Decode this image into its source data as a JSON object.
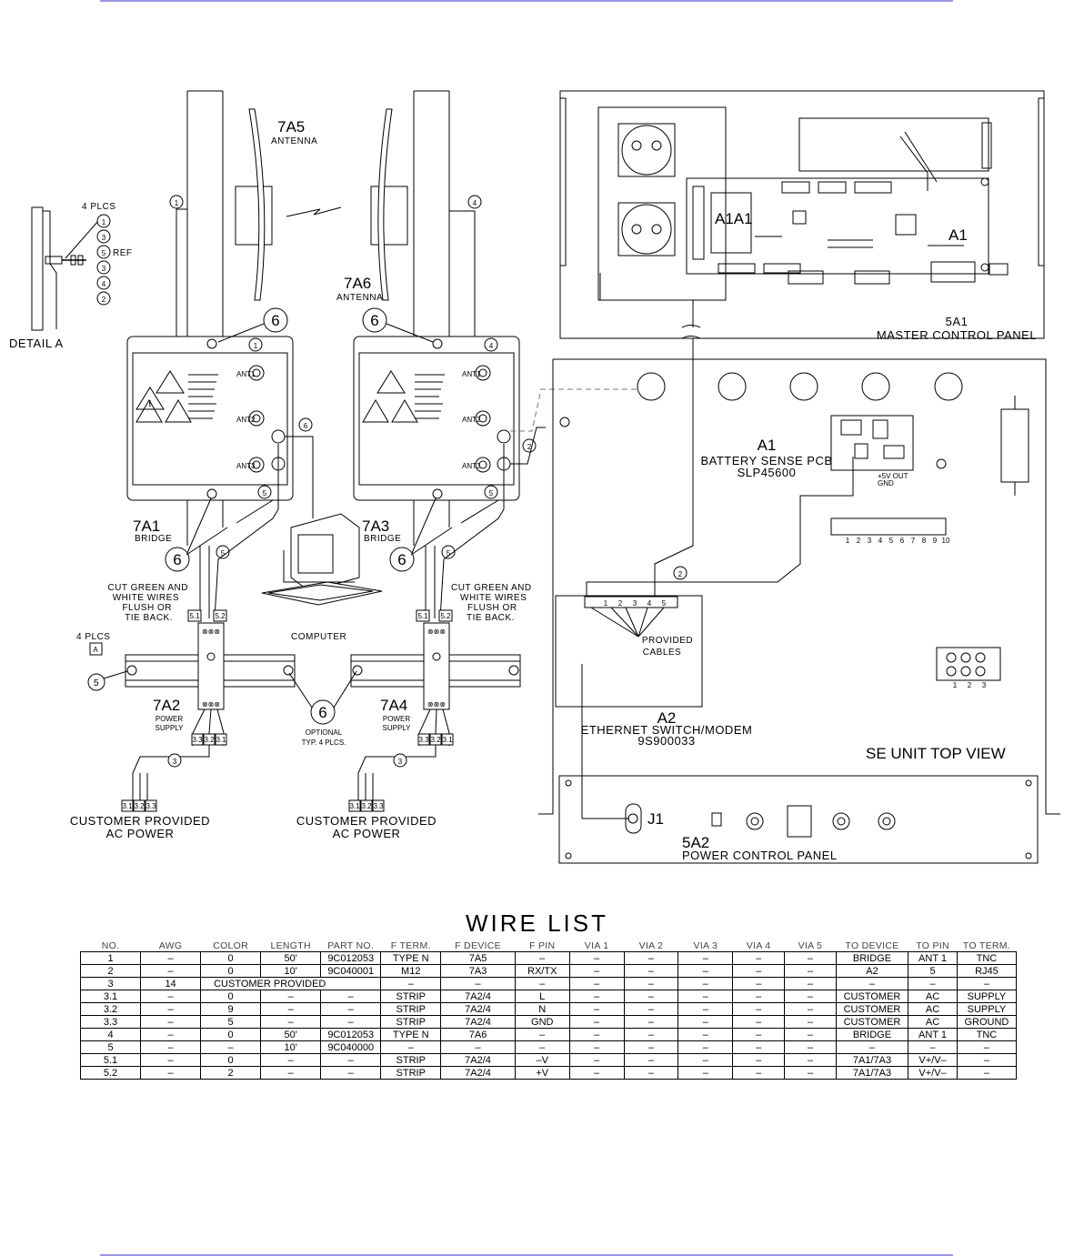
{
  "diagram": {
    "detail_a": {
      "title": "DETAIL A",
      "plcs": "4 PLCS",
      "ref": "REF",
      "callouts": [
        "1",
        "3",
        "5",
        "3",
        "4",
        "2"
      ]
    },
    "antennas": [
      {
        "id": "7A5",
        "sub": "ANTENNA"
      },
      {
        "id": "7A6",
        "sub": "ANTENNA"
      }
    ],
    "bridges": [
      {
        "id": "7A1",
        "sub": "BRIDGE"
      },
      {
        "id": "7A3",
        "sub": "BRIDGE"
      }
    ],
    "bridge_ports": [
      "ANT1",
      "ANT2",
      "ANT3"
    ],
    "power_supplies": [
      {
        "id": "7A2",
        "sub1": "POWER",
        "sub2": "SUPPLY"
      },
      {
        "id": "7A4",
        "sub1": "POWER",
        "sub2": "SUPPLY"
      }
    ],
    "computer": "COMPUTER",
    "cut_note": [
      "CUT GREEN AND",
      "WHITE WIRES",
      "FLUSH OR",
      "TIE BACK."
    ],
    "four_plcs": "4 PLCS",
    "box_a": "A",
    "optional_note": [
      "OPTIONAL",
      "TYP. 4 PLCS."
    ],
    "ac_power": [
      "CUSTOMER PROVIDED",
      "AC POWER"
    ],
    "callouts": {
      "c1": "1",
      "c2": "2",
      "c3": "3",
      "c4": "4",
      "c5": "5",
      "c6": "6",
      "c51": "5.1",
      "c52": "5.2",
      "c31": "3.1",
      "c32": "3.2",
      "c33": "3.3"
    },
    "master_panel": {
      "id": "5A1",
      "title": "MASTER CONTROL PANEL",
      "a1a1": "A1A1",
      "a1": "A1"
    },
    "battery": {
      "id": "A1",
      "line1": "BATTERY SENSE PCB",
      "line2": "SLP45600",
      "out": "+5V OUT",
      "gnd": "GND"
    },
    "switch": {
      "id": "A2",
      "line1": "ETHERNET SWITCH/MODEM",
      "line2": "9S900033",
      "cables1": "PROVIDED",
      "cables2": "CABLES",
      "ports": [
        "1",
        "2",
        "3",
        "4",
        "5"
      ]
    },
    "se_unit": "SE UNIT TOP VIEW",
    "power_panel": {
      "id": "5A2",
      "title": "POWER CONTROL PANEL",
      "j1": "J1"
    },
    "terminal_numbers": [
      "1",
      "2",
      "3",
      "4",
      "5",
      "6",
      "7",
      "8",
      "9",
      "10"
    ],
    "terminal_numbers_small": [
      "1",
      "2",
      "3"
    ]
  },
  "wire_list": {
    "title": "WIRE LIST",
    "columns": [
      "NO.",
      "AWG",
      "COLOR",
      "LENGTH",
      "PART NO.",
      "F TERM.",
      "F DEVICE",
      "F PIN",
      "VIA 1",
      "VIA 2",
      "VIA 3",
      "VIA 4",
      "VIA 5",
      "TO DEVICE",
      "TO PIN",
      "TO TERM."
    ],
    "rows": [
      [
        "1",
        "–",
        "0",
        "50'",
        "9C012053",
        "TYPE N",
        "7A5",
        "–",
        "–",
        "–",
        "–",
        "–",
        "–",
        "BRIDGE",
        "ANT 1",
        "TNC"
      ],
      [
        "2",
        "–",
        "0",
        "10'",
        "9C040001",
        "M12",
        "7A3",
        "RX/TX",
        "–",
        "–",
        "–",
        "–",
        "–",
        "A2",
        "5",
        "RJ45"
      ],
      [
        "3",
        "14",
        "CUSTOMER PROVIDED",
        null,
        null,
        "–",
        "–",
        "–",
        "–",
        "–",
        "–",
        "–",
        "–",
        "–",
        "–",
        "–"
      ],
      [
        "3.1",
        "–",
        "0",
        "–",
        "–",
        "STRIP",
        "7A2/4",
        "L",
        "–",
        "–",
        "–",
        "–",
        "–",
        "CUSTOMER",
        "AC",
        "SUPPLY"
      ],
      [
        "3.2",
        "–",
        "9",
        "–",
        "–",
        "STRIP",
        "7A2/4",
        "N",
        "–",
        "–",
        "–",
        "–",
        "–",
        "CUSTOMER",
        "AC",
        "SUPPLY"
      ],
      [
        "3.3",
        "–",
        "5",
        "–",
        "–",
        "STRIP",
        "7A2/4",
        "GND",
        "–",
        "–",
        "–",
        "–",
        "–",
        "CUSTOMER",
        "AC",
        "GROUND"
      ],
      [
        "4",
        "–",
        "0",
        "50'",
        "9C012053",
        "TYPE N",
        "7A6",
        "–",
        "–",
        "–",
        "–",
        "–",
        "–",
        "BRIDGE",
        "ANT 1",
        "TNC"
      ],
      [
        "5",
        "–",
        "–",
        "10'",
        "9C040000",
        "–",
        "–",
        "–",
        "–",
        "–",
        "–",
        "–",
        "–",
        "–",
        "–",
        "–"
      ],
      [
        "5.1",
        "–",
        "0",
        "–",
        "–",
        "STRIP",
        "7A2/4",
        "–V",
        "–",
        "–",
        "–",
        "–",
        "–",
        "7A1/7A3",
        "V+/V–",
        "–"
      ],
      [
        "5.2",
        "–",
        "2",
        "–",
        "–",
        "STRIP",
        "7A2/4",
        "+V",
        "–",
        "–",
        "–",
        "–",
        "–",
        "7A1/7A3",
        "V+/V–",
        "–"
      ]
    ]
  }
}
